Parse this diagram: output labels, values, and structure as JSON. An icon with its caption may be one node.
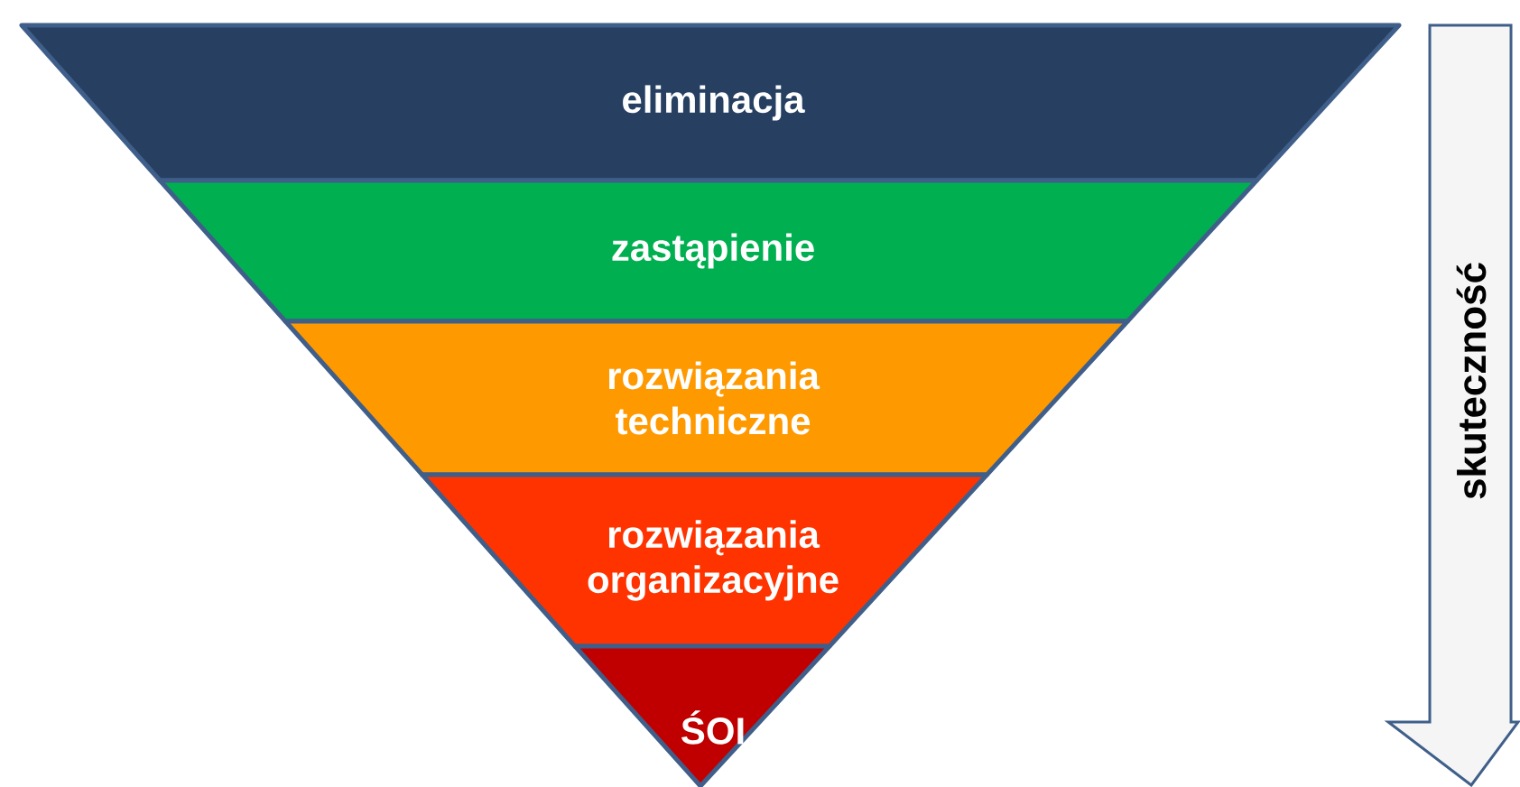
{
  "diagram": {
    "nodes": [
      {
        "text": [
          "eliminacja"
        ]
      },
      {
        "text": [
          "zastąpienie"
        ]
      },
      {
        "text": [
          "rozwiązania techniczne"
        ]
      },
      {
        "text": [
          "rozwiązania organizacyjne"
        ]
      },
      {
        "text": [
          "ŚOI"
        ]
      },
      {
        "text": [
          "skuteczność"
        ]
      }
    ]
  }
}
